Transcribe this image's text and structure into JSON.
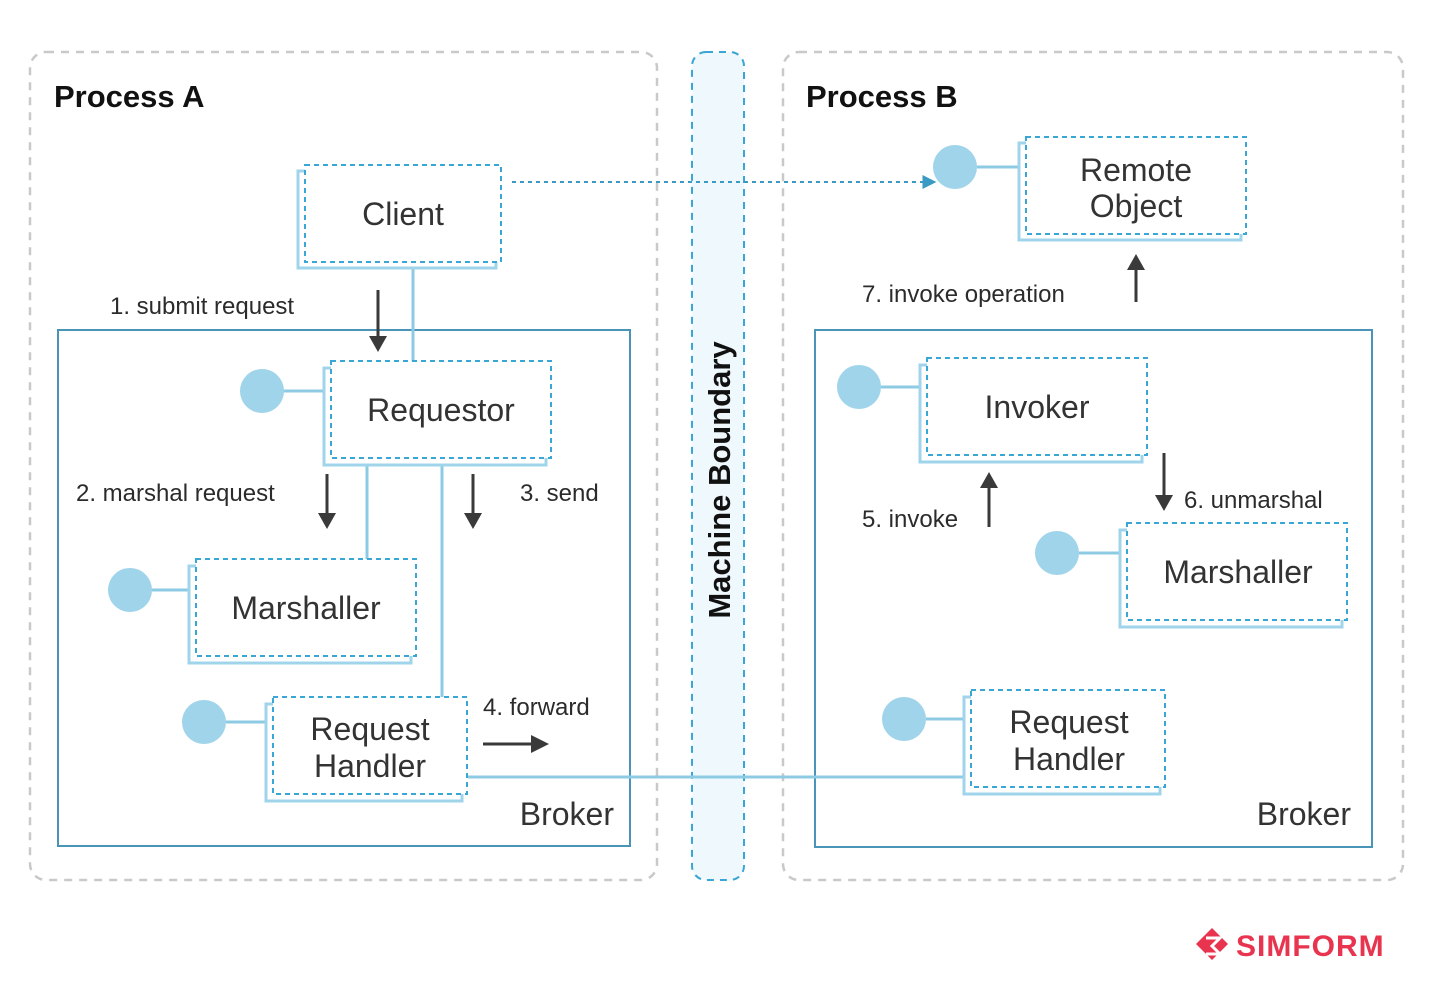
{
  "process_a": {
    "title": "Process A",
    "broker": "Broker"
  },
  "process_b": {
    "title": "Process B",
    "broker": "Broker"
  },
  "machine_boundary": "Machine Boundary",
  "nodes": {
    "client": "Client",
    "requestor": "Requestor",
    "marshaller_a": "Marshaller",
    "request_handler_a": [
      "Request",
      "Handler"
    ],
    "remote_object": [
      "Remote",
      "Object"
    ],
    "invoker": "Invoker",
    "marshaller_b": "Marshaller",
    "request_handler_b": [
      "Request",
      "Handler"
    ]
  },
  "steps": {
    "s1": "1. submit request",
    "s2": "2. marshal request",
    "s3": "3. send",
    "s4": "4. forward",
    "s5": "5. invoke",
    "s6": "6. unmarshal",
    "s7": "7. invoke operation"
  },
  "logo": "SIMFORM",
  "colors": {
    "accent_blue": "#9fd4ea",
    "line_blue": "#8ccbe3",
    "dashed_border": "#3aa6d6",
    "broker_border": "#4a94b8",
    "process_border": "#c7c7c7",
    "arrow": "#3a3a3a",
    "brand": "#e8344e"
  }
}
